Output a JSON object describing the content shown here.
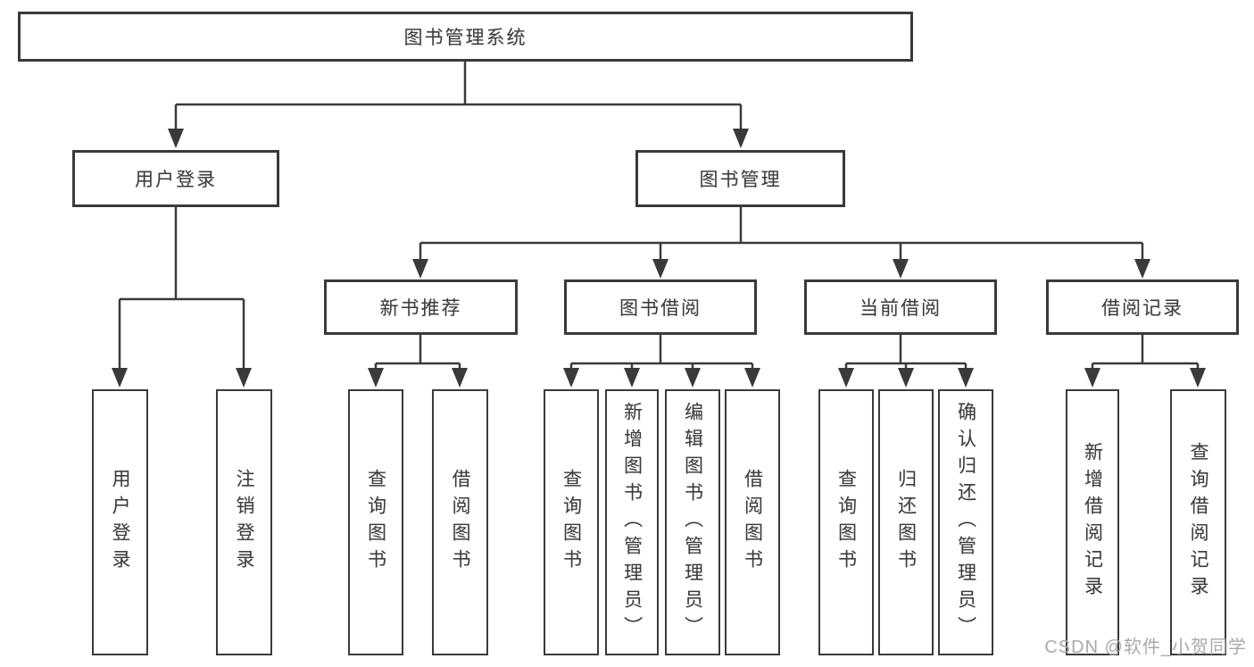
{
  "tree": {
    "label": "图书管理系统",
    "children": [
      {
        "label": "用户登录",
        "children": [
          {
            "label": "用户登录"
          },
          {
            "label": "注销登录"
          }
        ]
      },
      {
        "label": "图书管理",
        "children": [
          {
            "label": "新书推荐",
            "children": [
              {
                "label": "查询图书"
              },
              {
                "label": "借阅图书"
              }
            ]
          },
          {
            "label": "图书借阅",
            "children": [
              {
                "label": "查询图书"
              },
              {
                "label": "新增图书（管理员）"
              },
              {
                "label": "编辑图书（管理员）"
              },
              {
                "label": "借阅图书"
              }
            ]
          },
          {
            "label": "当前借阅",
            "children": [
              {
                "label": "查询图书"
              },
              {
                "label": "归还图书"
              },
              {
                "label": "确认归还（管理员）"
              }
            ]
          },
          {
            "label": "借阅记录",
            "children": [
              {
                "label": "新增借阅记录"
              },
              {
                "label": "查询借阅记录"
              }
            ]
          }
        ]
      }
    ]
  },
  "watermark": {
    "text": "CSDN @软件_小贺同学"
  },
  "colors": {
    "line": "#3a3a3a",
    "box_border": "#3a3a3a",
    "text": "#3c3c3c",
    "watermark": "#a9a9a9",
    "background": "#ffffff"
  }
}
